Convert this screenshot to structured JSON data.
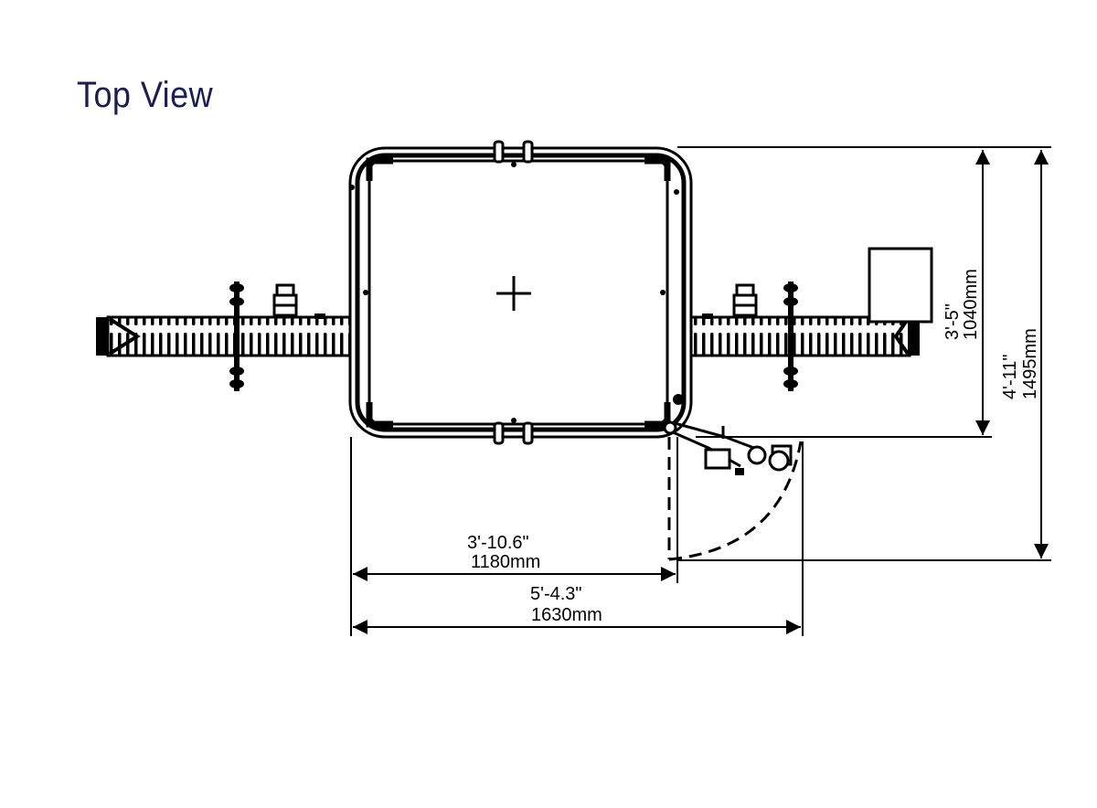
{
  "title": "Top View",
  "dimensions": {
    "width_inner": {
      "imperial": "3'-10.6\"",
      "metric": "1180mm"
    },
    "width_overall": {
      "imperial": "5'-4.3\"",
      "metric": "1630mm"
    },
    "depth_inner": {
      "imperial": "3'-5\"",
      "metric": "1040mm"
    },
    "depth_overall": {
      "imperial": "4'-11\"",
      "metric": "1495mm"
    }
  }
}
